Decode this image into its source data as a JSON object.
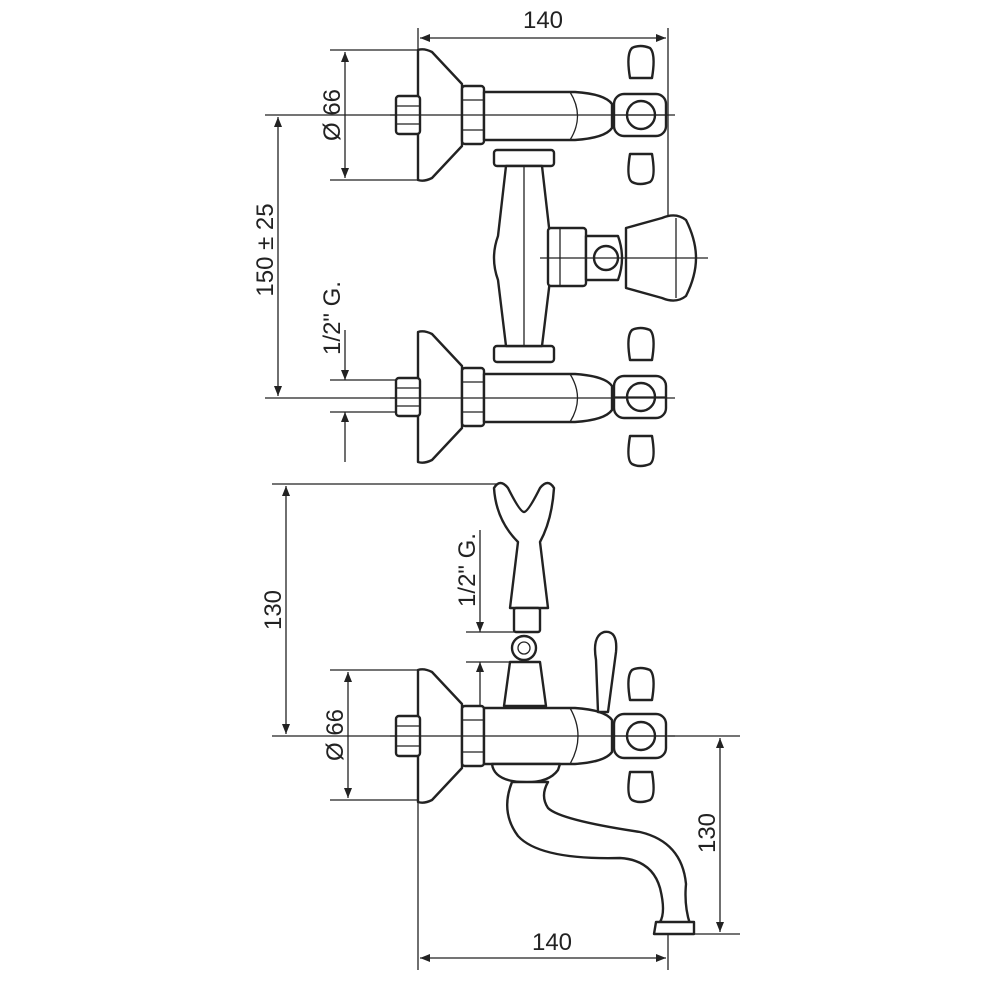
{
  "dimensions": {
    "top_width": "140",
    "top_diameter": "Ø 66",
    "inlet_spacing": "150 ± 25",
    "top_thread": "1/2\" G.",
    "bottom_height": "130",
    "bottom_thread": "1/2\" G.",
    "bottom_diameter": "Ø 66",
    "spout_height": "130",
    "bottom_width": "140"
  },
  "colors": {
    "line": "#222222",
    "background": "#ffffff"
  }
}
